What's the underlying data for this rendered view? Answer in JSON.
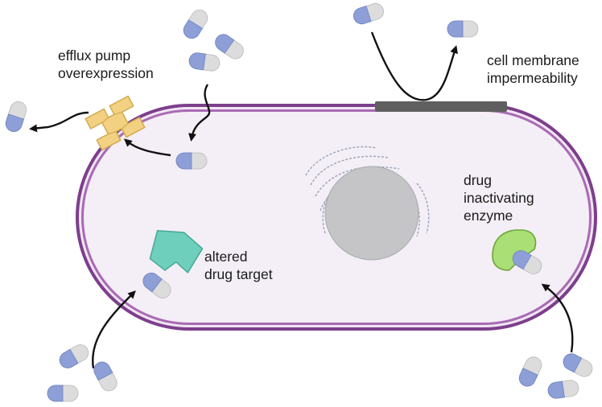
{
  "labels": {
    "efflux_line1": "efflux pump",
    "efflux_line2": "overexpression",
    "membrane_line1": "cell membrane",
    "membrane_line2": "impermeability",
    "altered_line1": "altered",
    "altered_line2": "drug target",
    "enzyme_line1": "drug",
    "enzyme_line2": "inactivating",
    "enzyme_line3": "enzyme"
  },
  "colors": {
    "cell_wall_outer": "#7d3f8c",
    "cell_wall_inner": "#a86ab3",
    "cytoplasm": "#f4eef6",
    "nucleoid": "#c5c5c8",
    "capsule_blue": "#8d9fd6",
    "capsule_grey": "#dcdcdc",
    "efflux_pump": "#f2d182",
    "target": "#6fcfbd",
    "enzyme": "#a9df74",
    "impermeable_patch": "#5f5f5f",
    "arrow": "#111111"
  },
  "icons": [
    "drug-capsule-icon",
    "efflux-pump-icon",
    "altered-target-icon",
    "inactivating-enzyme-icon",
    "nucleoid-icon"
  ]
}
